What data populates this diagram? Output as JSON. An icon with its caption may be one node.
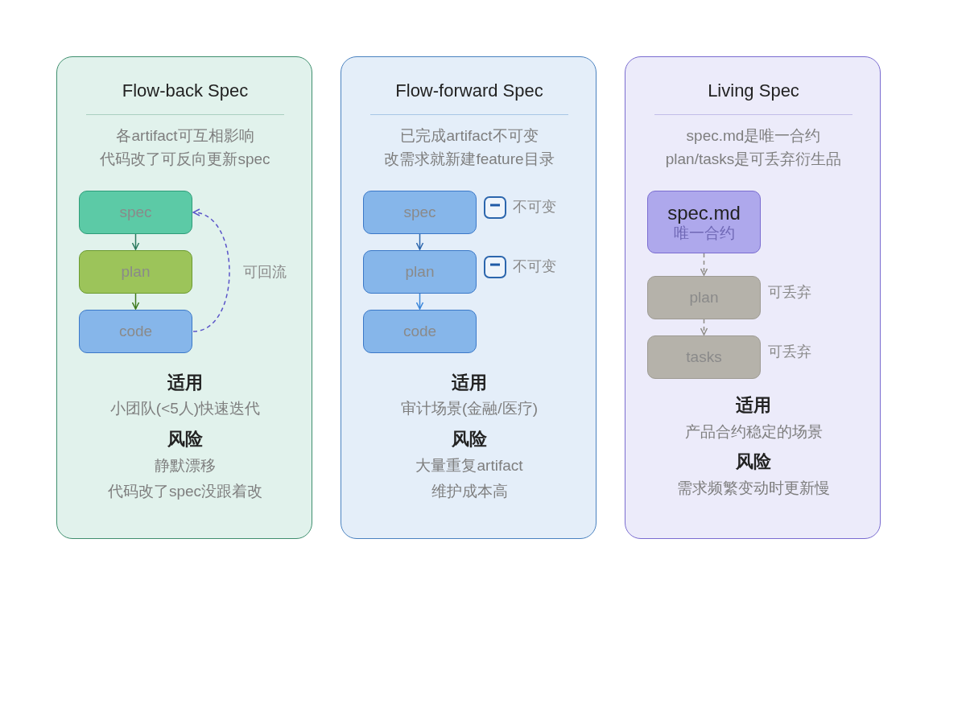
{
  "diagram": {
    "nodes": [
      {
        "text": [
          "Flow-back Spec",
          "各artifact可互相影响",
          "代码改了可反向更新spec",
          "适用",
          "小团队(<5人)快速迭代",
          "风险",
          "静默漂移",
          "代码改了spec没跟着改"
        ]
      },
      {
        "text": [
          "spec"
        ],
        "in": 0
      },
      {
        "text": [
          "plan"
        ],
        "in": 0
      },
      {
        "text": [
          "code"
        ],
        "in": 0
      },
      {
        "text": [
          "Flow-forward Spec",
          "已完成artifact不可变",
          "改需求就新建feature目录",
          "适用",
          "审计场景(金融/医疗)",
          "风险",
          "大量重复artifact",
          "维护成本高"
        ]
      },
      {
        "text": [
          "spec"
        ],
        "in": 4,
        "beside": [
          "不可变"
        ]
      },
      {
        "text": [
          "plan"
        ],
        "in": 4,
        "beside": [
          "不可变"
        ]
      },
      {
        "text": [
          "code"
        ],
        "in": 4
      },
      {
        "text": [
          "Living Spec",
          "spec.md是唯一合约",
          "plan/tasks是可丢弃衍生品",
          "适用",
          "产品合约稳定的场景",
          "风险",
          "需求频繁变动时更新慢"
        ]
      },
      {
        "text": [
          "spec.md",
          "唯一合约"
        ],
        "in": 8
      },
      {
        "text": [
          "plan"
        ],
        "in": 8,
        "beside": [
          "可丢弃"
        ]
      },
      {
        "text": [
          "tasks"
        ],
        "in": 8,
        "beside": [
          "可丢弃"
        ]
      }
    ],
    "edges": [
      {
        "from": 1,
        "to": 2,
        "arrow": "to",
        "color": "#2b7a5e"
      },
      {
        "from": 2,
        "to": 3,
        "arrow": "to",
        "color": "#3d7a1c"
      },
      {
        "from": 3,
        "to": 1,
        "arrow": "to",
        "style": "dashed",
        "color": "#5b55c9",
        "label": "可回流"
      },
      {
        "from": 5,
        "to": 6,
        "arrow": "to",
        "color": "#2c66ad"
      },
      {
        "from": 6,
        "to": 7,
        "arrow": "to",
        "color": "#3a86db"
      },
      {
        "from": 9,
        "to": 10,
        "arrow": "to",
        "style": "dashed",
        "color": "#8e8c86"
      },
      {
        "from": 10,
        "to": 11,
        "arrow": "to",
        "style": "dashed",
        "color": "#8e8c86"
      }
    ]
  }
}
